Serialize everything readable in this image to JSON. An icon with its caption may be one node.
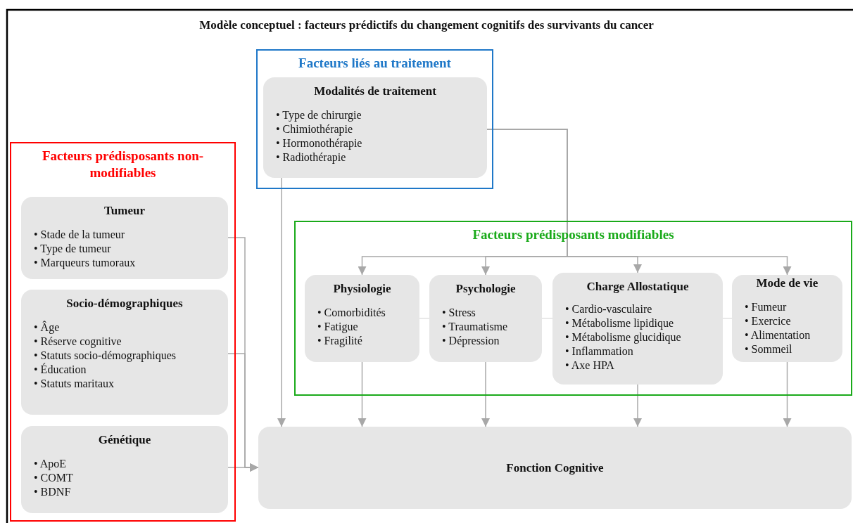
{
  "diagram": {
    "title": "Modèle conceptuel : facteurs prédictifs du changement cognitifs des survivants du cancer",
    "nodes": [
      {
        "text": [
          "Facteurs prédisposants non-modifiables"
        ]
      },
      {
        "text": [
          "Tumeur",
          "• Stade de la tumeur",
          "• Type de tumeur",
          "• Marqueurs tumoraux"
        ],
        "in": 0
      },
      {
        "text": [
          "Socio-démographiques",
          "• Âge",
          "• Réserve cognitive",
          "• Statuts socio-démographiques",
          "• Éducation",
          "• Statuts maritaux"
        ],
        "in": 0
      },
      {
        "text": [
          "Génétique",
          "• ApoE",
          "• COMT",
          "• BDNF"
        ],
        "in": 0
      },
      {
        "text": [
          "Facteurs liés au traitement"
        ]
      },
      {
        "text": [
          "Modalités de traitement",
          "• Type de chirurgie",
          "• Chimiothérapie",
          "• Hormonothérapie",
          "• Radiothérapie"
        ],
        "in": 4
      },
      {
        "text": [
          "Facteurs prédisposants modifiables"
        ]
      },
      {
        "text": [
          "Physiologie",
          "• Comorbidités",
          "• Fatigue",
          "• Fragilité"
        ],
        "in": 6
      },
      {
        "text": [
          "Psychologie",
          "• Stress",
          "• Traumatisme",
          "• Dépression"
        ],
        "in": 6
      },
      {
        "text": [
          "Charge Allostatique",
          "• Cardio-vasculaire",
          "• Métabolisme lipidique",
          "• Métabolisme glucidique",
          "• Inflammation",
          "• Axe HPA"
        ],
        "in": 6
      },
      {
        "text": [
          "Mode de vie",
          "• Fumeur",
          "• Exercice",
          "• Alimentation",
          "• Sommeil"
        ],
        "in": 6
      },
      {
        "text": [
          "Fonction Cognitive"
        ]
      }
    ],
    "edges": [
      {
        "from": 1,
        "to": 11,
        "arrow": "to"
      },
      {
        "from": 2,
        "to": 11,
        "arrow": "to"
      },
      {
        "from": 3,
        "to": 11,
        "arrow": "to"
      },
      {
        "from": 5,
        "to": 11,
        "arrow": "to"
      },
      {
        "from": 5,
        "to": 7,
        "arrow": "to"
      },
      {
        "from": 5,
        "to": 8,
        "arrow": "to"
      },
      {
        "from": 5,
        "to": 9,
        "arrow": "to"
      },
      {
        "from": 5,
        "to": 10,
        "arrow": "to"
      },
      {
        "from": 7,
        "to": 11,
        "arrow": "to"
      },
      {
        "from": 8,
        "to": 11,
        "arrow": "to"
      },
      {
        "from": 9,
        "to": 11,
        "arrow": "to"
      },
      {
        "from": 10,
        "to": 11,
        "arrow": "to"
      },
      {
        "from": 7,
        "to": 8,
        "arrow": "none",
        "color": "#e2e2e2"
      },
      {
        "from": 8,
        "to": 9,
        "arrow": "none",
        "color": "#e2e2e2"
      },
      {
        "from": 9,
        "to": 10,
        "arrow": "none",
        "color": "#e2e2e2"
      }
    ]
  }
}
